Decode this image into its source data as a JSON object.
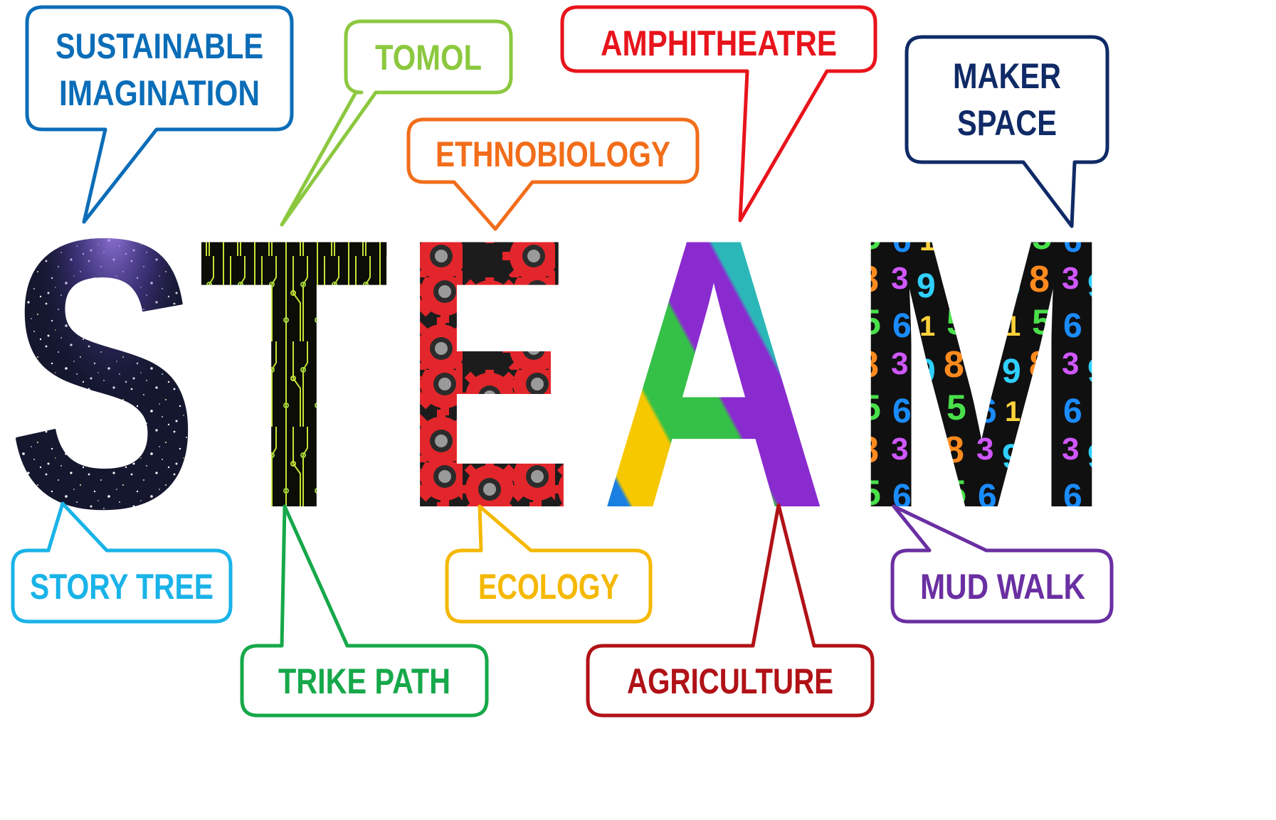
{
  "word": {
    "letters": [
      "S",
      "T",
      "E",
      "A",
      "M"
    ],
    "fills": {
      "S": "space-starfield",
      "T": "circuit-board",
      "E": "red-gears",
      "A": "rainbow-piano-keys",
      "M": "chalk-numbers"
    }
  },
  "callouts": [
    {
      "id": "sustainable",
      "lines": [
        "SUSTAINABLE",
        "IMAGINATION"
      ],
      "color": "#0b6db8"
    },
    {
      "id": "tomol",
      "lines": [
        "TOMOL"
      ],
      "color": "#8cc83f"
    },
    {
      "id": "ethnobiology",
      "lines": [
        "ETHNOBIOLOGY"
      ],
      "color": "#f26d1a"
    },
    {
      "id": "amphitheatre",
      "lines": [
        "AMPHITHEATRE"
      ],
      "color": "#e8141c"
    },
    {
      "id": "makerspace",
      "lines": [
        "MAKER",
        "SPACE"
      ],
      "color": "#0f2a66"
    },
    {
      "id": "storytree",
      "lines": [
        "STORY TREE"
      ],
      "color": "#19b3e8"
    },
    {
      "id": "trikepath",
      "lines": [
        "TRIKE PATH"
      ],
      "color": "#16a84a"
    },
    {
      "id": "ecology",
      "lines": [
        "ECOLOGY"
      ],
      "color": "#f5b800"
    },
    {
      "id": "agriculture",
      "lines": [
        "AGRICULTURE"
      ],
      "color": "#b01217"
    },
    {
      "id": "mudwalk",
      "lines": [
        "MUD WALK"
      ],
      "color": "#6a2fa2"
    }
  ],
  "palette": {
    "piano_keys": [
      "#1a7fe0",
      "#f6c800",
      "#35c148",
      "#8a2bd0",
      "#ff6a00",
      "#e3162d",
      "#2bb7b7"
    ],
    "chalk_numbers": [
      "#ff8a1e",
      "#2fd0ff",
      "#49e04a",
      "#d057ff",
      "#ffd23a",
      "#1a8cff"
    ],
    "gear": "#e3262b",
    "circuit": "#c6e236",
    "space": "#1b1f3a"
  }
}
